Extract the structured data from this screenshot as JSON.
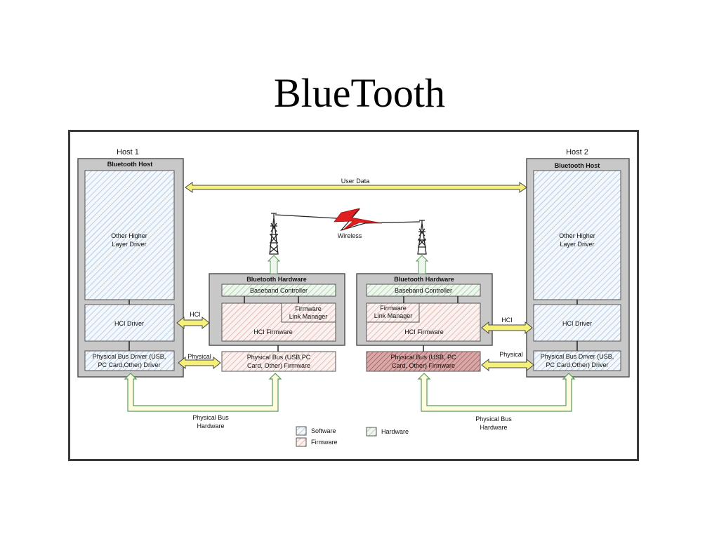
{
  "slide": {
    "title": "BlueTooth"
  },
  "host1": {
    "label": "Host 1",
    "header": "Bluetooth Host",
    "higher_layer": [
      "Other Higher",
      "Layer Driver"
    ],
    "hci_driver": "HCI Driver",
    "phys_driver": [
      "Physical Bus Driver (USB,",
      "PC Card,Other) Driver"
    ]
  },
  "host2": {
    "label": "Host 2",
    "header": "Bluetooth Host",
    "higher_layer": [
      "Other Higher",
      "Layer Driver"
    ],
    "hci_driver": "HCI Driver",
    "phys_driver": [
      "Physical Bus Driver (USB,",
      "PC Card,Other) Driver"
    ]
  },
  "hw1": {
    "header": "Bluetooth Hardware",
    "baseband": "Baseband Controller",
    "link_manager": [
      "Firmware",
      "Link Manager"
    ],
    "hci_firmware": "HCI Firmware",
    "phys_bus": [
      "Physical Bus (USB,PC",
      "Card, Other) Firmware"
    ]
  },
  "hw2": {
    "header": "Bluetooth Hardware",
    "baseband": "Baseband Controller",
    "link_manager": [
      "Firmware",
      "Link Manager"
    ],
    "hci_firmware": "HCI Firmware",
    "phys_bus": [
      "Physical Bus (USB, PC",
      "Card, Other) Firmware"
    ]
  },
  "connections": {
    "user_data": "User Data",
    "wireless": "Wireless",
    "hci_left": "HCI",
    "hci_right": "HCI",
    "physical_left": "Physical",
    "physical_right": "Physical",
    "phys_bus_hw_left": [
      "Physical Bus",
      "Hardware"
    ],
    "phys_bus_hw_right": [
      "Physical Bus",
      "Hardware"
    ]
  },
  "legend": {
    "software": "Software",
    "firmware": "Firmware",
    "hardware": "Hardware"
  },
  "colors": {
    "host_fill": "#c8c8c8",
    "software_hatch": "#7aa6cc",
    "firmware_hatch": "#cc8a8a",
    "hardware_hatch": "#7ab87a",
    "arrow_fill": "#f5f07a",
    "hw_arrow_fill": "#fffde0",
    "wireless_bolt": "#e02020"
  }
}
